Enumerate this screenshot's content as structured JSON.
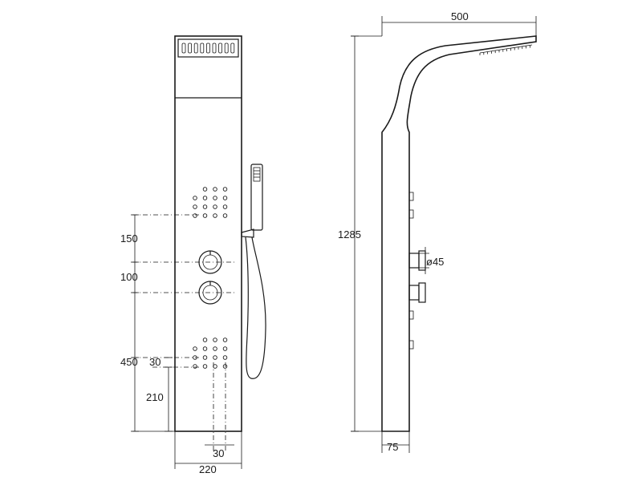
{
  "dimensions": {
    "panel_width": "220",
    "top_to_valve": "150",
    "valve_spacing": "100",
    "valve_to_bottom_jets": "450",
    "jet_row_spacing": "30",
    "bottom_height": "210",
    "jet_column_spacing": "30",
    "total_height": "1285",
    "head_reach": "500",
    "panel_depth": "75",
    "valve_diameter": "ø45"
  },
  "colors": {
    "line": "#1a1a1a",
    "background": "#ffffff"
  }
}
